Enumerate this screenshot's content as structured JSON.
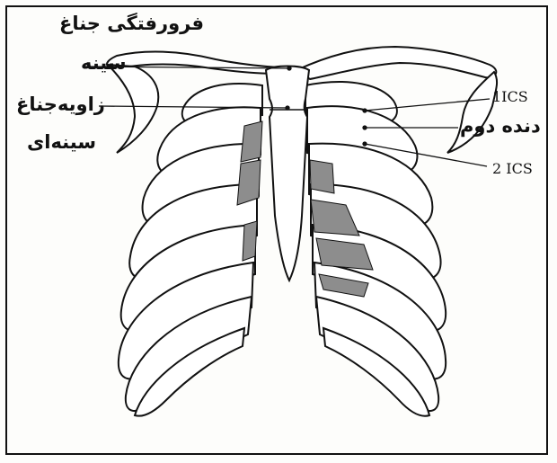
{
  "labels": {
    "suprasternal_notch_line1": "فرورفتگی جناغ",
    "suprasternal_notch_line2": "سینه",
    "sternal_angle_line1": "زاویه‌جناغ",
    "sternal_angle_line2": "سینه‌ای",
    "first_ics": "1ICS",
    "second_rib": "دنده دوم",
    "second_ics": "2 ICS"
  },
  "colors": {
    "ink": "#111111",
    "bone_fill": "#ffffff",
    "cartilage_shade": "#8d8d8d",
    "paper": "#fdfdfb"
  }
}
